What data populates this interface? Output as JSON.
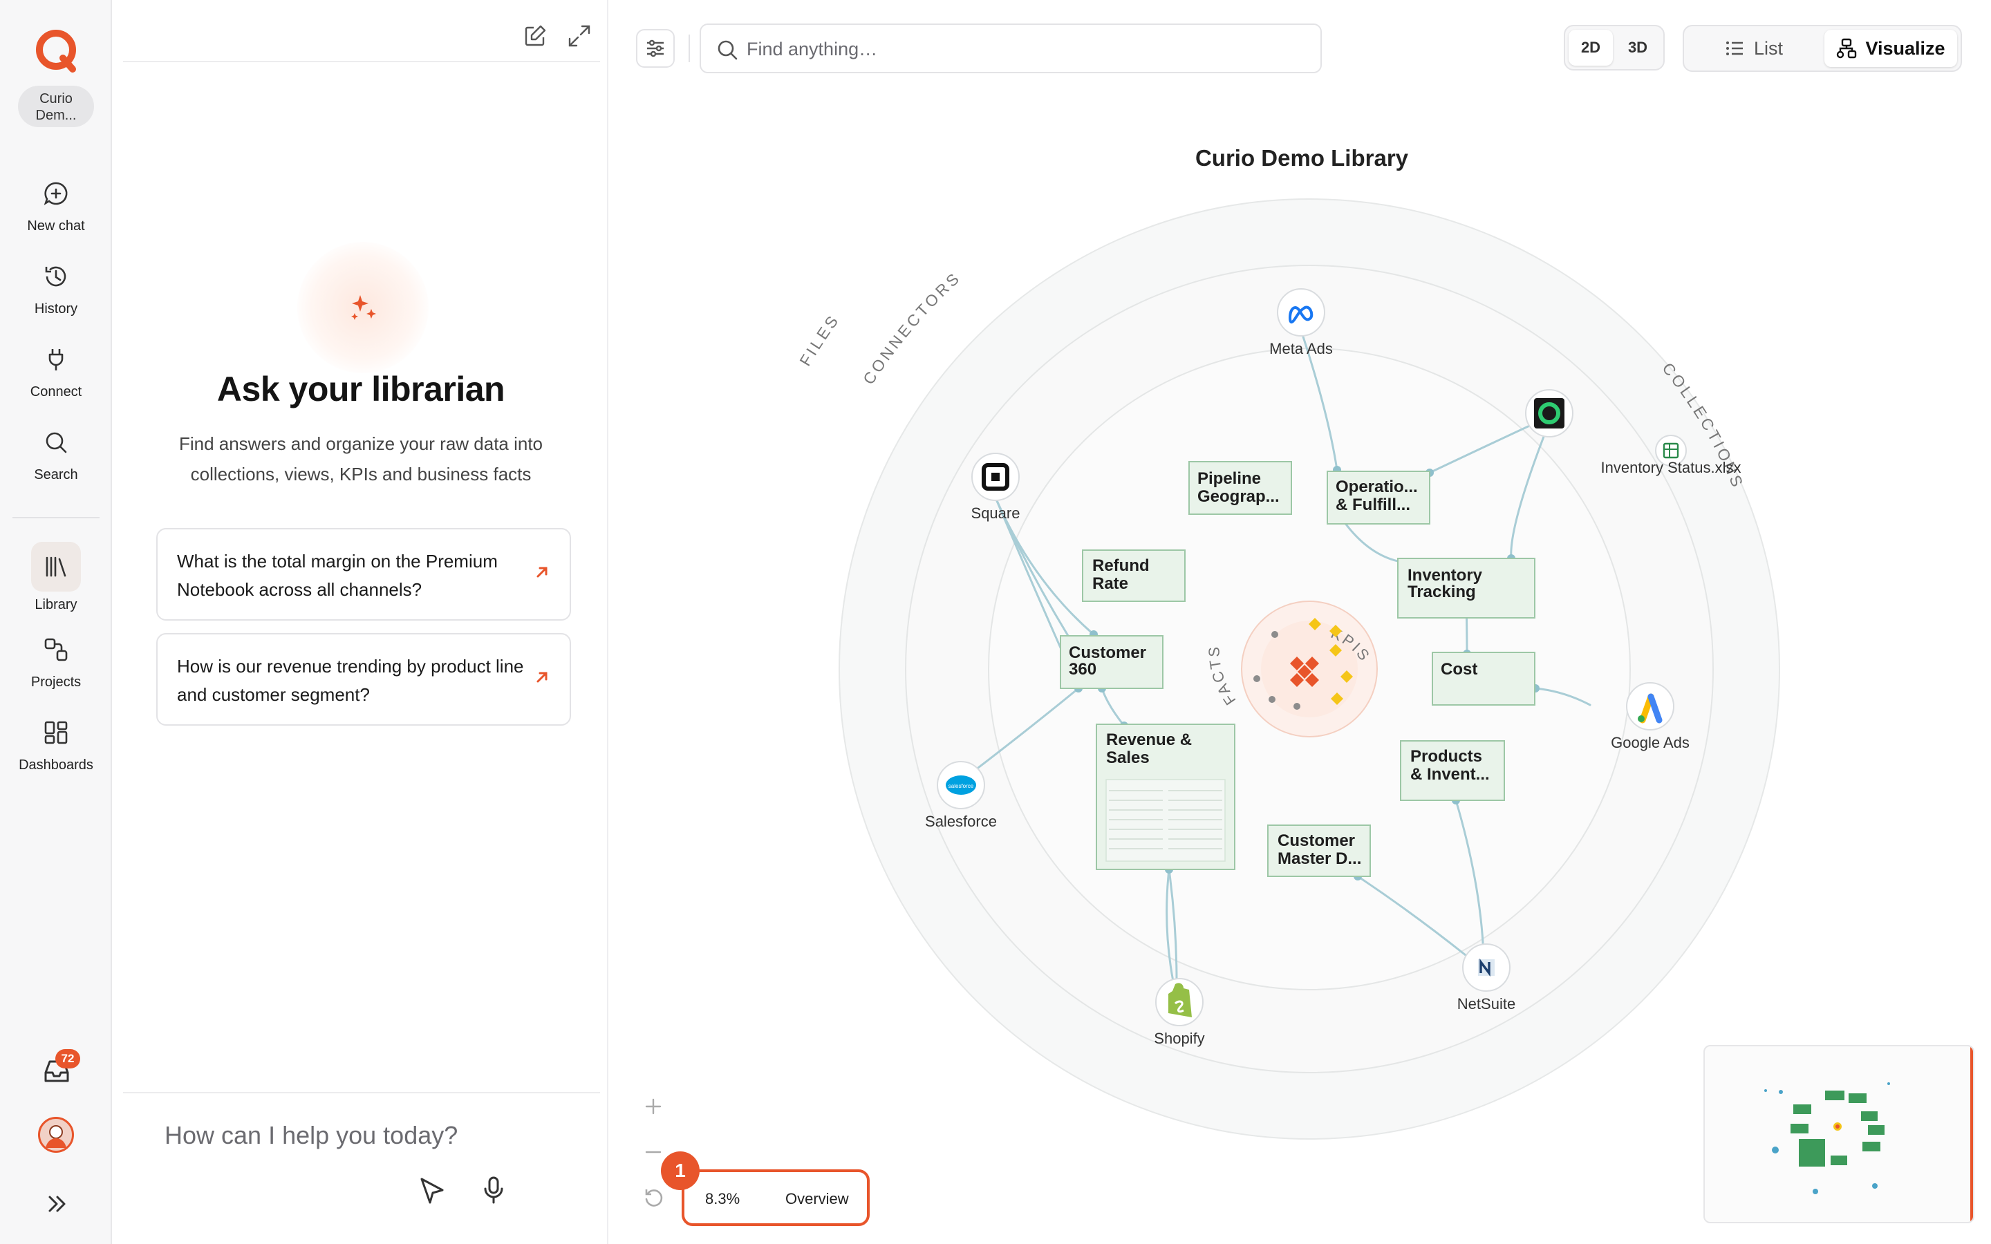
{
  "workspace": {
    "name": "Curio Dem..."
  },
  "rail": {
    "nav_top": [
      {
        "label": "New chat",
        "icon": "new-chat-icon"
      },
      {
        "label": "History",
        "icon": "history-icon"
      },
      {
        "label": "Connect",
        "icon": "plug-icon"
      },
      {
        "label": "Search",
        "icon": "search-icon"
      }
    ],
    "nav_bottom": [
      {
        "label": "Library",
        "icon": "library-icon",
        "active": true
      },
      {
        "label": "Projects",
        "icon": "projects-icon"
      },
      {
        "label": "Dashboards",
        "icon": "dashboards-icon"
      }
    ],
    "inbox_count": "72"
  },
  "chat": {
    "heading": "Ask your librarian",
    "subtitle": "Find answers and organize your raw data into collections, views, KPIs and business facts",
    "suggestions": [
      "What is the total margin on the Premium Notebook across all channels?",
      "How is our revenue trending by product line and customer segment?"
    ],
    "composer_placeholder": "How can I help you today?"
  },
  "toolbar": {
    "search_placeholder": "Find anything…",
    "dim_2d": "2D",
    "dim_3d": "3D",
    "view_list": "List",
    "view_visualize": "Visualize"
  },
  "viz": {
    "title": "Curio Demo Library",
    "ring_labels": {
      "files": "FILES",
      "connectors": "CONNECTORS",
      "collections": "COLLECTIONS",
      "kpis": "KPIS",
      "facts": "FACTS"
    },
    "connectors": {
      "meta_ads": "Meta Ads",
      "square": "Square",
      "salesforce": "Salesforce",
      "shopify": "Shopify",
      "netsuite": "NetSuite",
      "google_ads": "Google Ads"
    },
    "file": "Inventory Status.xlsx",
    "collections": {
      "pipeline": [
        "Pipeline",
        "Geograp..."
      ],
      "operations": [
        "Operatio...",
        "& Fulfill..."
      ],
      "refund": [
        "Refund",
        "Rate"
      ],
      "inventory": [
        "Inventory",
        "Tracking"
      ],
      "customer360": [
        "Customer",
        "360"
      ],
      "cost": [
        "Cost"
      ],
      "revenue": [
        "Revenue &",
        "Sales"
      ],
      "products": [
        "Products",
        "& Invent..."
      ],
      "customer_master": [
        "Customer",
        "Master D..."
      ]
    },
    "salesforce_logo_text": "salesforce"
  },
  "zoom": {
    "percent": "8.3%",
    "overview": "Overview",
    "step": "1"
  },
  "colors": {
    "accent": "#e8552b",
    "node_fill": "#e9f3ea",
    "node_border": "#9dc7a6",
    "edge": "#a9cdd6",
    "kpi_orange": "#e8552b",
    "kpi_yellow": "#f5c518"
  }
}
